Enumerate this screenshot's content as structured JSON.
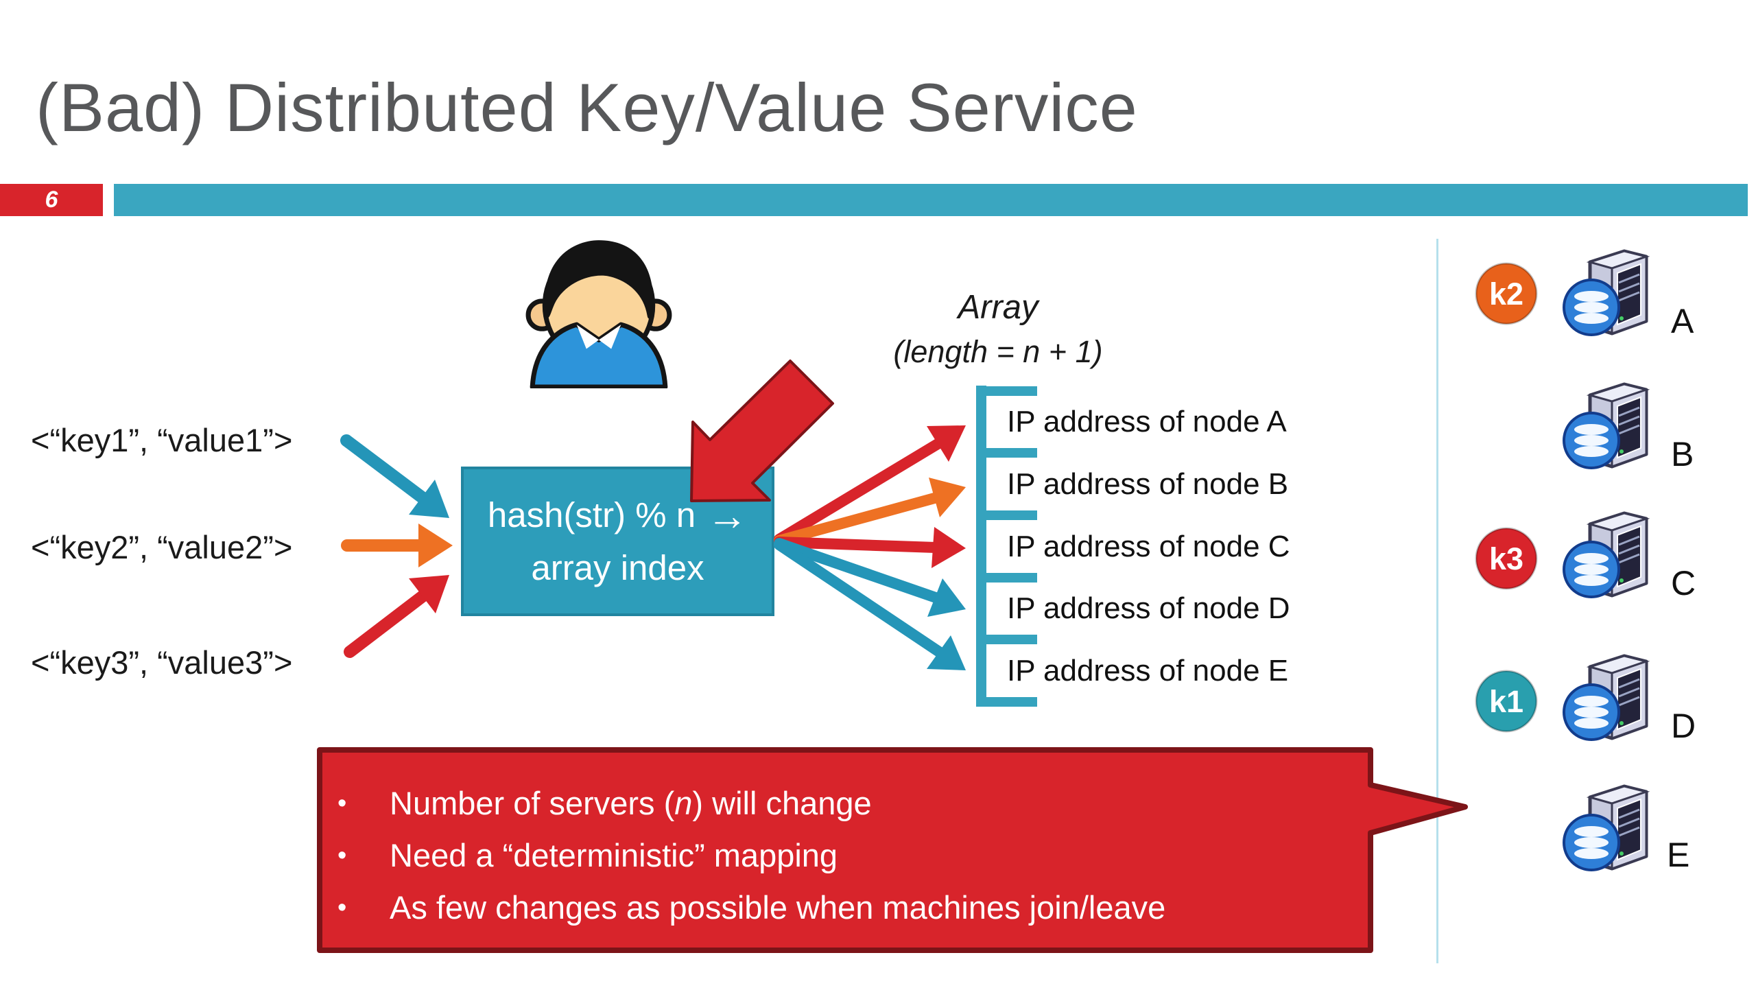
{
  "slide": {
    "title": "(Bad) Distributed Key/Value Service",
    "number": "6"
  },
  "colors": {
    "title_gray": "#57585a",
    "red": "#d8242b",
    "maroon": "#7c1418",
    "orange": "#ee7123",
    "teal_arrow": "#2495b8",
    "teal_bar": "#3aa6c0",
    "teal_box": "#2d9dba",
    "teal_bracket": "#35a3be",
    "badge_orange": "#e8611b",
    "badge_red": "#d8242b",
    "badge_teal": "#299fae",
    "light_line": "#b5e0ec",
    "text_black": "#1a1a1a",
    "white": "#ffffff"
  },
  "icons": {
    "person": "person-icon",
    "server": "server-tower-icon",
    "database": "database-icon",
    "block_arrow": "red-down-arrow-icon"
  },
  "keys": {
    "items": [
      {
        "text": "<“key1”, “value1”>",
        "arrow_color": "teal"
      },
      {
        "text": "<“key2”, “value2”>",
        "arrow_color": "orange"
      },
      {
        "text": "<“key3”, “value3”>",
        "arrow_color": "red"
      }
    ]
  },
  "hash_box": {
    "line1": "hash(str) % n",
    "arrow_glyph": "→",
    "line2": "array index"
  },
  "array": {
    "title": "Array",
    "subtitle": "(length = n + 1)",
    "cells": [
      "IP address of node A",
      "IP address of node B",
      "IP address of node C",
      "IP address of node D",
      "IP address of node E"
    ]
  },
  "callout": {
    "bullet_glyph": "•",
    "bullets": [
      {
        "pre": "Number of servers (",
        "em": "n",
        "post": ") will change"
      },
      {
        "pre": "Need a “deterministic” mapping",
        "em": "",
        "post": ""
      },
      {
        "pre": "As few changes as possible when machines join/leave",
        "em": "",
        "post": ""
      }
    ]
  },
  "servers": [
    {
      "label": "A",
      "badge": "k2",
      "badge_color": "#e8611b"
    },
    {
      "label": "B",
      "badge": "",
      "badge_color": ""
    },
    {
      "label": "C",
      "badge": "k3",
      "badge_color": "#d8242b"
    },
    {
      "label": "D",
      "badge": "k1",
      "badge_color": "#299fae"
    },
    {
      "label": "E",
      "badge": "",
      "badge_color": ""
    }
  ]
}
